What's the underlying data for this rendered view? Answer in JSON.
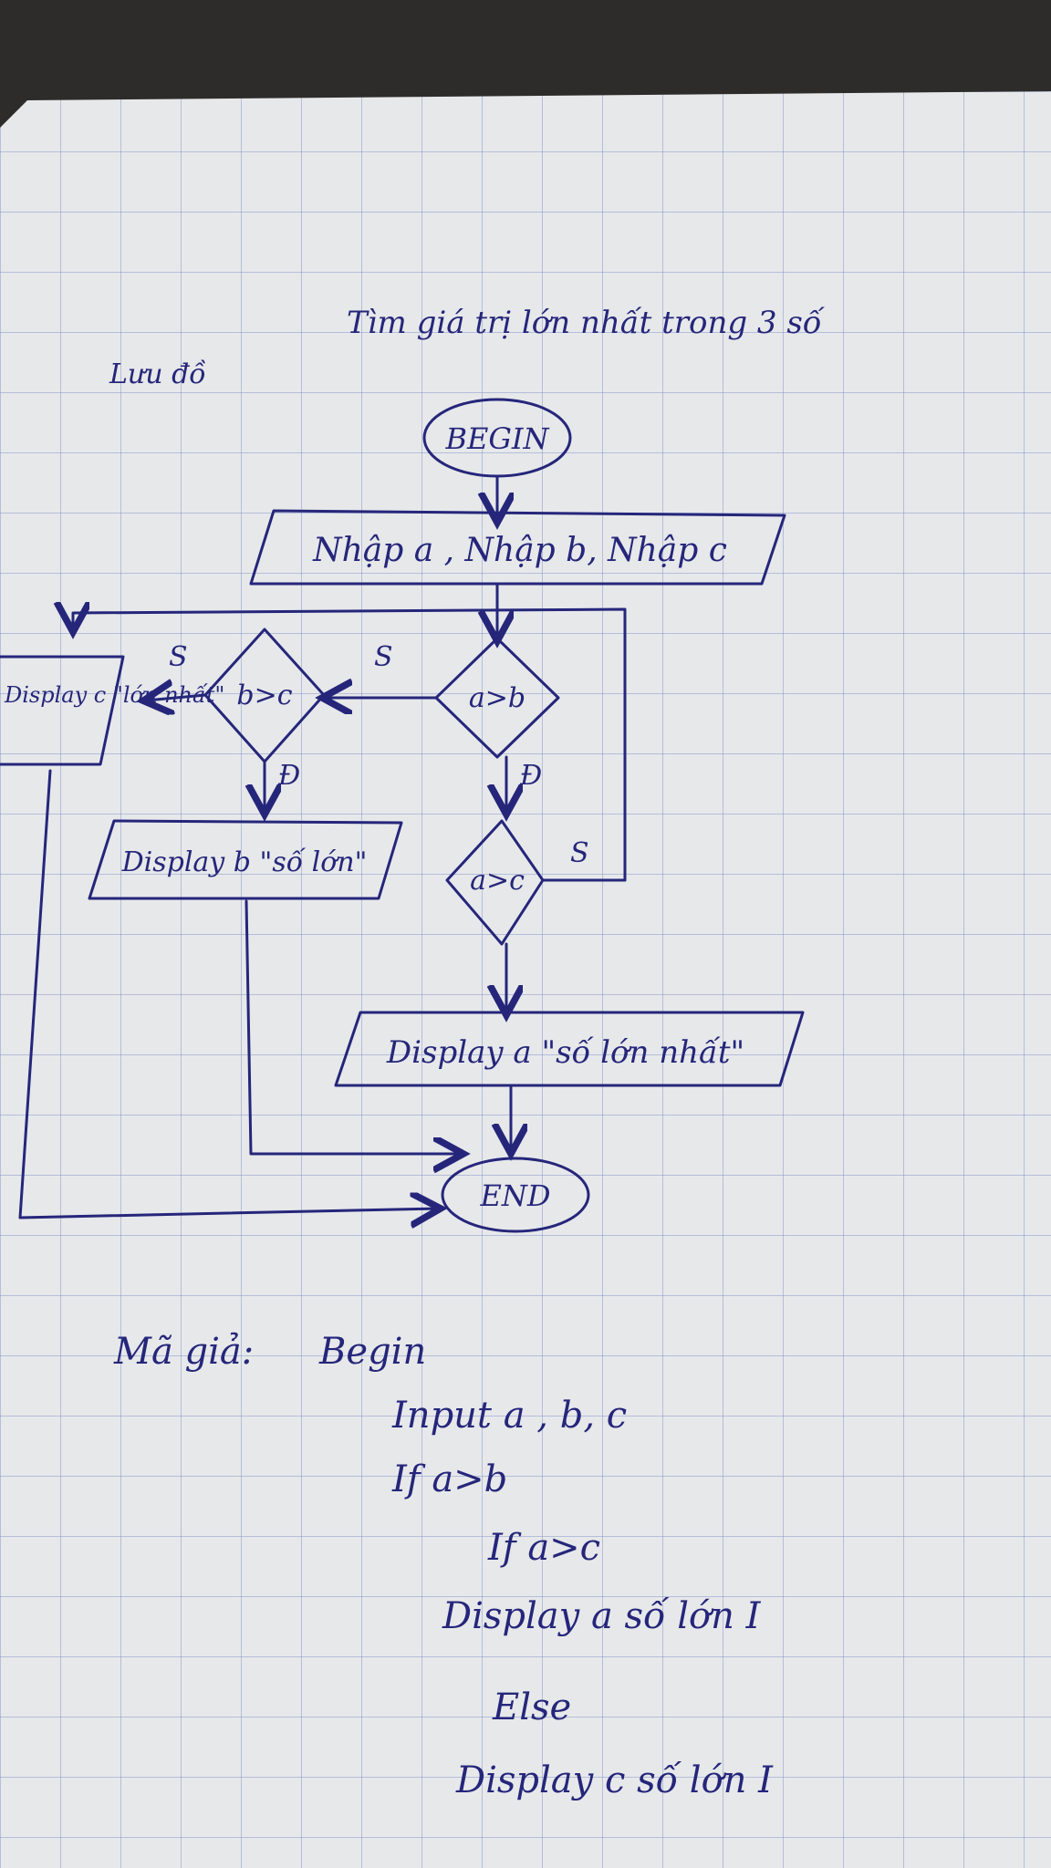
{
  "heading": "Tìm giá trị lớn nhất trong 3 số",
  "side_label": "Lưu đồ",
  "begin_label": "BEGIN",
  "input_label": "Nhập a , Nhập b, Nhập c",
  "dec_ab": "a>b",
  "dec_bc": "b>c",
  "dec_ac": "a>c",
  "edge_ab_false": "S",
  "edge_ab_true": "Đ",
  "edge_bc_false": "S",
  "edge_bc_true": "Đ",
  "edge_ac_false": "S",
  "out_c": "Display c \"lớn nhất\"",
  "out_b": "Display b \"số lớn\"",
  "out_a": "Display a \"số lớn nhất\"",
  "end_label": "END",
  "pseudo_title": "Mã giả:",
  "pseudo_lines": [
    "Begin",
    "Input a , b, c",
    "If a>b",
    "If a>c",
    "Display a số lớn I",
    "Else",
    "Display c số lớn I"
  ],
  "colors": {
    "ink": "#25267a",
    "paper": "#e7e8ea",
    "grid": "#8c9bd0",
    "background": "#2e2c2a"
  }
}
